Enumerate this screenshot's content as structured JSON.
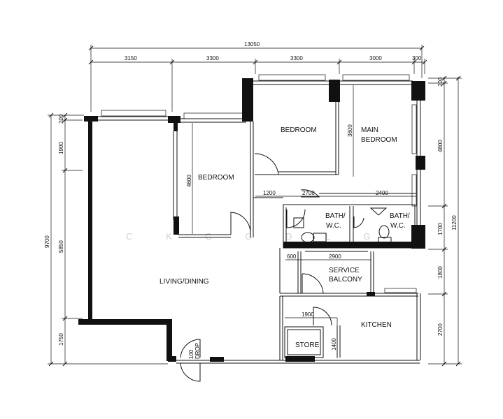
{
  "dimensions": {
    "top_total": "13050",
    "top_segments": [
      "3150",
      "3300",
      "3300",
      "3000",
      "300"
    ],
    "right_total": "11200",
    "right_segments": [
      "200",
      "4800",
      "1700",
      "1800",
      "2700"
    ],
    "left_total": "9700",
    "left_segments": [
      "200",
      "1900",
      "5850",
      "1750"
    ],
    "interior": {
      "bedroom2_height": "4600",
      "main_bedroom_height": "3600",
      "corridor_1200": "1200",
      "corridor_2700": "2700",
      "corridor_2400": "2400",
      "balcony_600": "600",
      "balcony_2900": "2900",
      "kitchen_1900": "1900",
      "store_1400": "1400",
      "door_100": "100",
      "door_drop": "DROP"
    }
  },
  "rooms": {
    "bedroom_top": "BEDROOM",
    "main_bedroom_line1": "MAIN",
    "main_bedroom_line2": "BEDROOM",
    "bedroom_left": "BEDROOM",
    "bath1_line1": "BATH/",
    "bath1_line2": "W.C.",
    "bath2_line1": "BATH/",
    "bath2_line2": "W.C.",
    "service_line1": "SERVICE",
    "service_line2": "BALCONY",
    "living": "LIVING/DINING",
    "kitchen": "KITCHEN",
    "store": "STORE"
  },
  "watermark": "C K C G D L G"
}
